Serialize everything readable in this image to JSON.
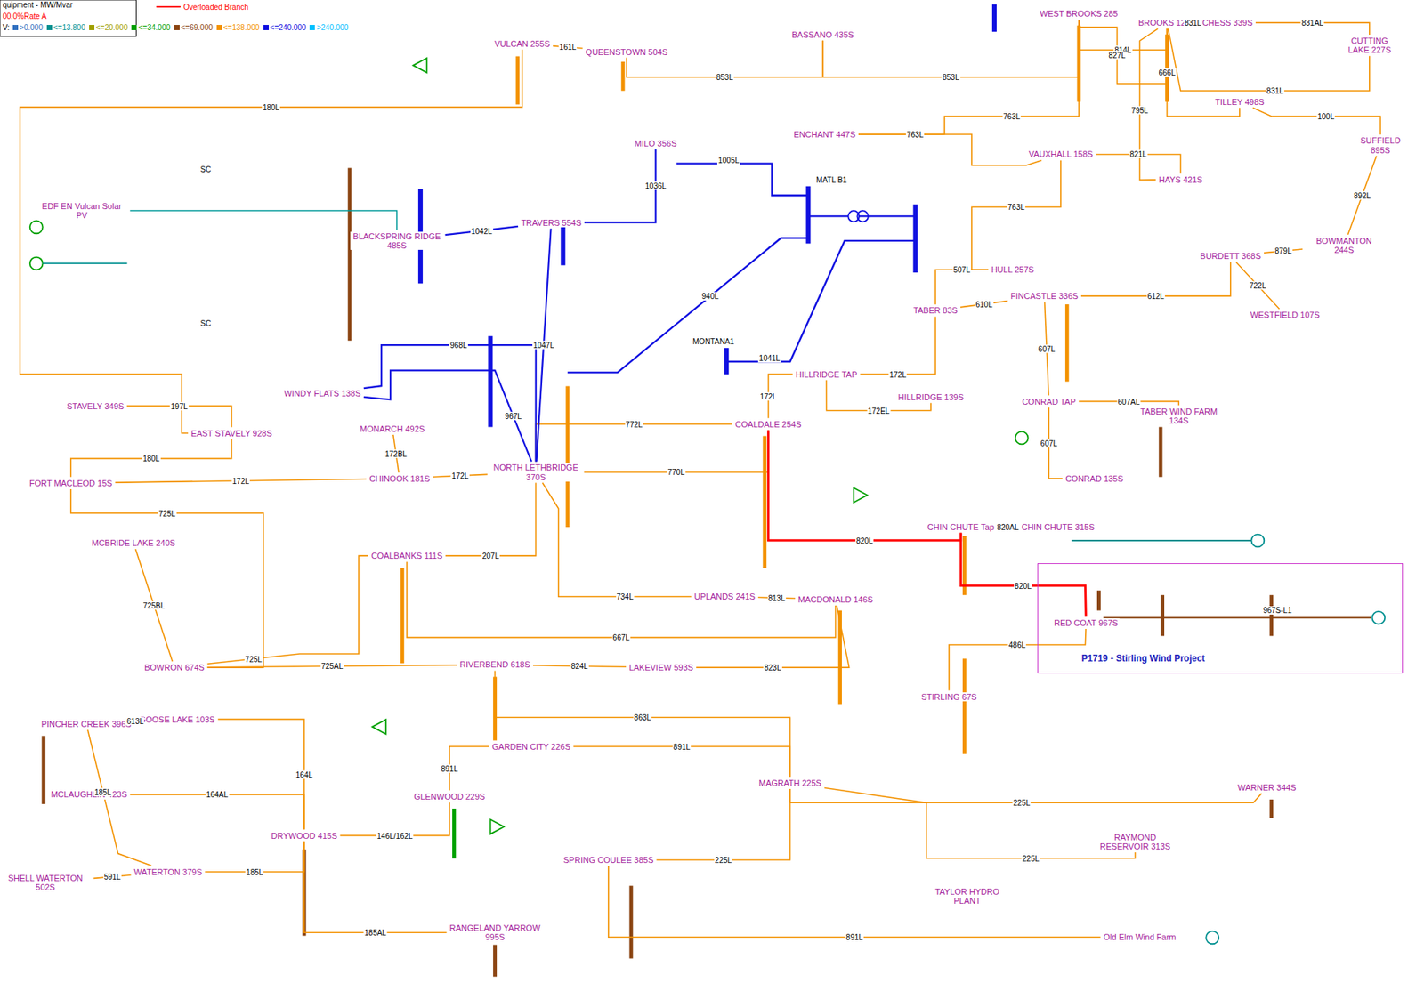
{
  "diagram": {
    "nodes": [
      {
        "text": [
          "VULCAN 255S"
        ]
      },
      {
        "text": [
          "QUEENSTOWN 504S"
        ]
      },
      {
        "text": [
          "BASSANO 435S"
        ]
      },
      {
        "text": [
          "WEST BROOKS 285"
        ]
      },
      {
        "text": [
          "BROOKS 121S"
        ]
      },
      {
        "text": [
          "DUCHESS 339S"
        ]
      },
      {
        "text": [
          "CUTTING LAKE 227S"
        ]
      },
      {
        "text": [
          "ENCHANT 447S"
        ]
      },
      {
        "text": [
          "TILLEY 498S"
        ]
      },
      {
        "text": [
          "SUFFIELD 895S"
        ]
      },
      {
        "text": [
          "MILO 356S"
        ]
      },
      {
        "text": [
          "VAUXHALL 158S"
        ]
      },
      {
        "text": [
          "HAYS 421S"
        ]
      },
      {
        "text": [
          "TRAVERS 554S"
        ]
      },
      {
        "text": [
          "BLACKSPRING RIDGE 485S"
        ]
      },
      {
        "text": [
          "EDF EN Vulcan Solar PV"
        ]
      },
      {
        "text": [
          "HULL 257S"
        ]
      },
      {
        "text": [
          "BURDETT 368S"
        ]
      },
      {
        "text": [
          "BOWMANTON 244S"
        ]
      },
      {
        "text": [
          "FINCASTLE 336S"
        ]
      },
      {
        "text": [
          "TABER 83S"
        ]
      },
      {
        "text": [
          "WESTFIELD 107S"
        ]
      },
      {
        "text": [
          "WINDY FLATS 138S"
        ]
      },
      {
        "text": [
          "MONARCH 492S"
        ]
      },
      {
        "text": [
          "HILLRIDGE TAP"
        ]
      },
      {
        "text": [
          "HILLRIDGE 139S"
        ]
      },
      {
        "text": [
          "COALDALE 254S"
        ]
      },
      {
        "text": [
          "TABER WIND FARM 134S"
        ]
      },
      {
        "text": [
          "CONRAD TAP"
        ]
      },
      {
        "text": [
          "STAVELY 349S"
        ]
      },
      {
        "text": [
          "EAST STAVELY 928S"
        ]
      },
      {
        "text": [
          "FORT MACLEOD 15S"
        ]
      },
      {
        "text": [
          "CHINOOK 181S"
        ]
      },
      {
        "text": [
          "NORTH LETHBRIDGE 370S"
        ]
      },
      {
        "text": [
          "CONRAD 135S"
        ]
      },
      {
        "text": [
          "MCBRIDE LAKE 240S"
        ]
      },
      {
        "text": [
          "COALBANKS 111S"
        ]
      },
      {
        "text": [
          "CHIN CHUTE Tap"
        ]
      },
      {
        "text": [
          "CHIN CHUTE 315S"
        ]
      },
      {
        "text": [
          "UPLANDS 241S"
        ]
      },
      {
        "text": [
          "MACDONALD 146S"
        ]
      },
      {
        "text": [
          "P1719 - Stirling Wind Project"
        ]
      },
      {
        "text": [
          "RED COAT 967S"
        ],
        "in": 41
      },
      {
        "text": [
          "BOWRON 674S"
        ]
      },
      {
        "text": [
          "RIVERBEND 618S"
        ]
      },
      {
        "text": [
          "LAKEVIEW 593S"
        ]
      },
      {
        "text": [
          "STIRLING 67S"
        ]
      },
      {
        "text": [
          "PINCHER CREEK 396S"
        ]
      },
      {
        "text": [
          "GOOSE LAKE 103S"
        ]
      },
      {
        "text": [
          "GARDEN CITY 226S"
        ]
      },
      {
        "text": [
          "MCLAUGHLIN 423S"
        ]
      },
      {
        "text": [
          "GLENWOOD 229S"
        ]
      },
      {
        "text": [
          "MAGRATH 225S"
        ]
      },
      {
        "text": [
          "WARNER 344S"
        ]
      },
      {
        "text": [
          "DRYWOOD 415S"
        ]
      },
      {
        "text": [
          "RAYMOND RESERVOIR 313S"
        ]
      },
      {
        "text": [
          "SHELL WATERTON 502S"
        ]
      },
      {
        "text": [
          "WATERTON 379S"
        ]
      },
      {
        "text": [
          "SPRING COULEE 385S"
        ]
      },
      {
        "text": [
          "TAYLOR HYDRO PLANT"
        ]
      },
      {
        "text": [
          "RANGELAND YARROW 995S"
        ]
      },
      {
        "text": [
          "Old Elm Wind Farm"
        ]
      }
    ],
    "edges": [
      {
        "from": 0,
        "to": 1,
        "label": "161L",
        "arrow": "none"
      },
      {
        "from": 1,
        "to": 2,
        "label": "853L",
        "arrow": "none"
      },
      {
        "from": 2,
        "to": 3,
        "label": "853L",
        "arrow": "none"
      },
      {
        "from": 3,
        "to": 4,
        "label": "814L",
        "arrow": "none"
      },
      {
        "from": 3,
        "to": 4,
        "label": "827L",
        "arrow": "none"
      },
      {
        "from": 4,
        "to": 5,
        "label": "831L",
        "arrow": "none"
      },
      {
        "from": 5,
        "to": 6,
        "label": "831AL",
        "arrow": "none"
      },
      {
        "from": 4,
        "to": 6,
        "label": "831L",
        "arrow": "none"
      },
      {
        "from": 7,
        "to": 3,
        "label": "763L",
        "arrow": "none"
      },
      {
        "from": 4,
        "to": 8,
        "label": "666L",
        "arrow": "none"
      },
      {
        "from": 8,
        "to": 9,
        "label": "100L",
        "arrow": "none"
      },
      {
        "from": 4,
        "to": 12,
        "label": "795L",
        "arrow": "none"
      },
      {
        "from": 7,
        "to": 11,
        "label": "763L",
        "arrow": "none"
      },
      {
        "from": 11,
        "to": 12,
        "label": "821L",
        "arrow": "none"
      },
      {
        "from": 11,
        "to": 16,
        "label": "763L",
        "arrow": "none"
      },
      {
        "from": 9,
        "to": 18,
        "label": "892L",
        "arrow": "none"
      },
      {
        "from": 17,
        "to": 18,
        "label": "879L",
        "arrow": "none"
      },
      {
        "from": 19,
        "to": 17,
        "label": "612L",
        "arrow": "none"
      },
      {
        "from": 21,
        "to": 17,
        "label": "722L",
        "arrow": "none"
      },
      {
        "from": 16,
        "to": 20,
        "label": "507L",
        "arrow": "none"
      },
      {
        "from": 20,
        "to": 19,
        "label": "610L",
        "arrow": "none"
      },
      {
        "from": 19,
        "to": 28,
        "label": "607L",
        "arrow": "none"
      },
      {
        "from": 28,
        "to": 27,
        "label": "607AL",
        "arrow": "none"
      },
      {
        "from": 28,
        "to": 34,
        "label": "607L",
        "arrow": "none"
      },
      {
        "from": 20,
        "to": 24,
        "label": "172L",
        "arrow": "none"
      },
      {
        "from": 24,
        "to": 25,
        "label": "172EL",
        "arrow": "none"
      },
      {
        "from": 24,
        "to": 26,
        "label": "172L",
        "arrow": "none"
      },
      {
        "from": 26,
        "to": 33,
        "label": "772L",
        "arrow": "none"
      },
      {
        "from": 26,
        "to": 33,
        "label": "770L",
        "arrow": "none"
      },
      {
        "from": 26,
        "to": 37,
        "label": "820L",
        "arrow": "none"
      },
      {
        "from": 37,
        "to": 38,
        "label": "820AL",
        "arrow": "none"
      },
      {
        "from": 37,
        "to": 42,
        "label": "820L",
        "arrow": "none"
      },
      {
        "from": 46,
        "to": 42,
        "label": "486L",
        "arrow": "none"
      },
      {
        "from": 0,
        "to": 30,
        "label": "180L",
        "arrow": "none"
      },
      {
        "from": 29,
        "to": 30,
        "label": "197L",
        "arrow": "none"
      },
      {
        "from": 31,
        "to": 30,
        "label": "180L",
        "arrow": "none"
      },
      {
        "from": 31,
        "to": 32,
        "label": "172L",
        "arrow": "none"
      },
      {
        "from": 23,
        "to": 32,
        "label": "172BL",
        "arrow": "none"
      },
      {
        "from": 32,
        "to": 33,
        "label": "172L",
        "arrow": "none"
      },
      {
        "from": 31,
        "to": 43,
        "label": "725L",
        "arrow": "none"
      },
      {
        "from": 35,
        "to": 43,
        "label": "725BL",
        "arrow": "none"
      },
      {
        "from": 43,
        "to": 36,
        "label": "725L",
        "arrow": "none"
      },
      {
        "from": 43,
        "to": 44,
        "label": "725AL",
        "arrow": "none"
      },
      {
        "from": 36,
        "to": 33,
        "label": "207L",
        "arrow": "none"
      },
      {
        "from": 33,
        "to": 39,
        "label": "734L",
        "arrow": "none"
      },
      {
        "from": 39,
        "to": 40,
        "label": "813L",
        "arrow": "none"
      },
      {
        "from": 36,
        "to": 40,
        "label": "667L",
        "arrow": "none"
      },
      {
        "from": 44,
        "to": 45,
        "label": "824L",
        "arrow": "none"
      },
      {
        "from": 45,
        "to": 40,
        "label": "823L",
        "arrow": "none"
      },
      {
        "from": 44,
        "to": 52,
        "label": "863L",
        "arrow": "none"
      },
      {
        "from": 52,
        "to": 53,
        "label": "225L",
        "arrow": "none"
      },
      {
        "from": 52,
        "to": 55,
        "label": "225L",
        "arrow": "none"
      },
      {
        "from": 49,
        "to": 52,
        "label": "891L",
        "arrow": "none"
      },
      {
        "from": 51,
        "to": 49,
        "label": "891L",
        "arrow": "none"
      },
      {
        "from": 58,
        "to": 52,
        "label": "225L",
        "arrow": "none"
      },
      {
        "from": 58,
        "to": 61,
        "label": "891L",
        "arrow": "none"
      },
      {
        "from": 47,
        "to": 48,
        "label": "613L",
        "arrow": "none"
      },
      {
        "from": 48,
        "to": 54,
        "label": "164L",
        "arrow": "none"
      },
      {
        "from": 50,
        "to": 54,
        "label": "164AL",
        "arrow": "none"
      },
      {
        "from": 54,
        "to": 51,
        "label": "146L/162L",
        "arrow": "none"
      },
      {
        "from": 47,
        "to": 57,
        "label": "185L",
        "arrow": "none"
      },
      {
        "from": 57,
        "to": 54,
        "label": "185L",
        "arrow": "none"
      },
      {
        "from": 56,
        "to": 57,
        "label": "591L",
        "arrow": "none"
      },
      {
        "from": 54,
        "to": 60,
        "label": "185AL",
        "arrow": "none"
      },
      {
        "from": 14,
        "to": 13,
        "label": "1042L",
        "arrow": "none"
      },
      {
        "from": 13,
        "to": 10,
        "label": "1036L",
        "arrow": "none"
      },
      {
        "from": 13,
        "to": 33,
        "label": "1047L",
        "arrow": "none"
      },
      {
        "from": 22,
        "to": 33,
        "label": "968L",
        "arrow": "none"
      },
      {
        "from": 22,
        "to": 33,
        "label": "967L",
        "arrow": "none"
      },
      {
        "from": 15,
        "to": 14,
        "arrow": "none"
      }
    ],
    "labels": [
      "quipment - MW/Mvar",
      "00.0%Rate A",
      "V:",
      "SC",
      "SC",
      "1005L",
      "940L",
      "1041L",
      "MONTANA1",
      "MATL B1",
      "967S-L1"
    ],
    "legend": [
      {
        "text": "Overloaded Branch"
      },
      {
        "text": ">0.000",
        "color": "#3070c0"
      },
      {
        "text": "<=13.800",
        "color": "#009090"
      },
      {
        "text": "<=20.000",
        "color": "#a0a000"
      },
      {
        "text": "<=34.000",
        "color": "#00a000"
      },
      {
        "text": "<=69.000",
        "color": "#8b4513"
      },
      {
        "text": "<=138.000",
        "color": "#f39200"
      },
      {
        "text": "<=240.000",
        "color": "#1010e0"
      },
      {
        "text": ">240.000",
        "color": "#00c0ff"
      }
    ]
  }
}
